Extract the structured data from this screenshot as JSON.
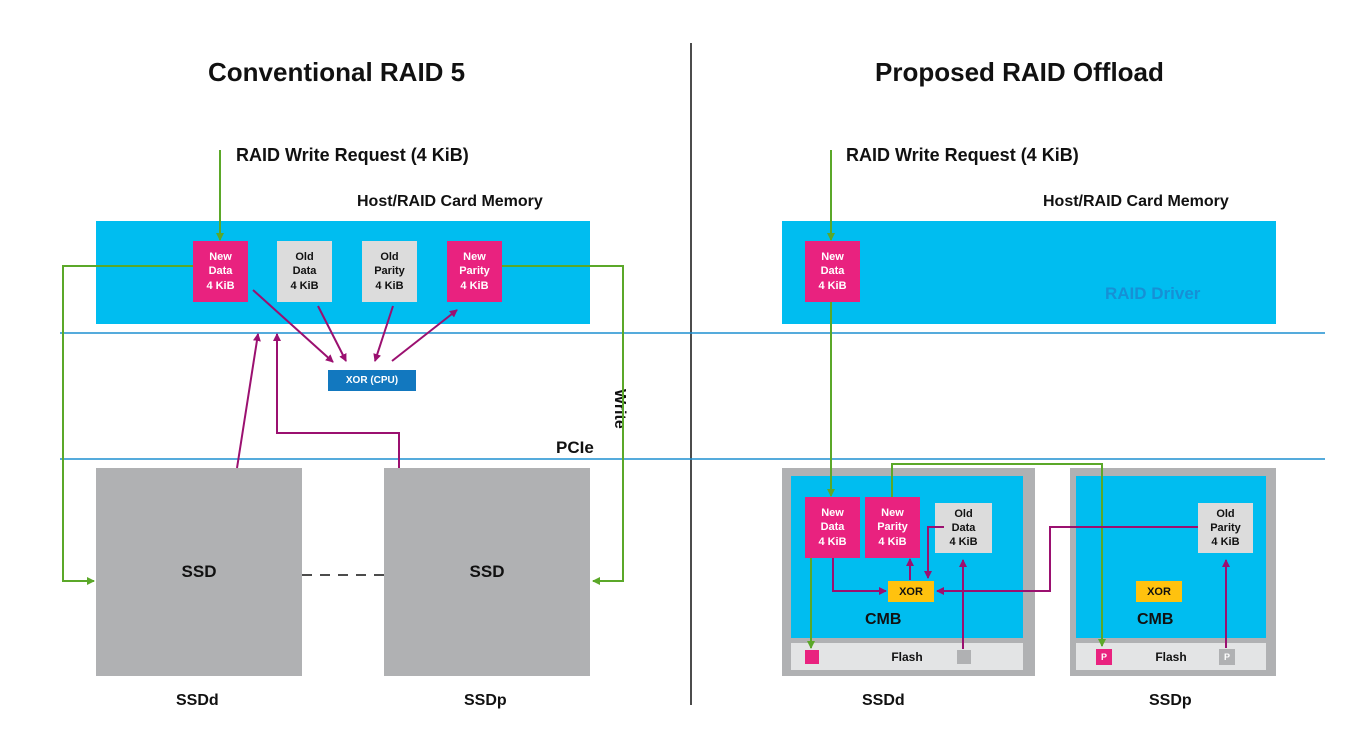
{
  "left": {
    "title": "Conventional RAID 5",
    "write_request": "RAID Write Request (4 KiB)",
    "memory_label": "Host/RAID Card Memory",
    "blocks": [
      {
        "text": "New\nData\n4 KiB",
        "kind": "new"
      },
      {
        "text": "Old\nData\n4 KiB",
        "kind": "old"
      },
      {
        "text": "Old\nParity\n4 KiB",
        "kind": "old"
      },
      {
        "text": "New\nParity\n4 KiB",
        "kind": "new"
      }
    ],
    "xor_label": "XOR (CPU)",
    "write_label": "Write",
    "pcie_label": "PCIe",
    "ssd_left_label": "SSD",
    "ssd_right_label": "SSD",
    "ssd_left_caption": "SSDd",
    "ssd_right_caption": "SSDp"
  },
  "right": {
    "title": "Proposed RAID Offload",
    "write_request": "RAID Write Request (4 KiB)",
    "memory_label": "Host/RAID Card Memory",
    "new_data": "New\nData\n4 KiB",
    "driver_label": "RAID Driver",
    "ssdd": {
      "new_data": "New\nData\n4 KiB",
      "new_parity": "New\nParity\n4 KiB",
      "old_data": "Old\nData\n4 KiB",
      "xor_label": "XOR",
      "cmb_label": "CMB",
      "flash_label": "Flash",
      "caption": "SSDd"
    },
    "ssdp": {
      "old_parity": "Old\nParity\n4 KiB",
      "xor_label": "XOR",
      "cmb_label": "CMB",
      "flash_label": "Flash",
      "flash_marker": "P",
      "caption": "SSDp"
    }
  },
  "colors": {
    "panel": "#00bdf0",
    "new_block": "#e9227f",
    "old_block": "#dcdcdc",
    "ssd": "#b0b1b3",
    "xor_cpu": "#1278bf",
    "xor_cmb": "#ffc20e",
    "arrow_green": "#5ba829",
    "arrow_purple": "#9b1070",
    "bus_line": "#1d8fd0",
    "driver_text": "#1690d5"
  }
}
